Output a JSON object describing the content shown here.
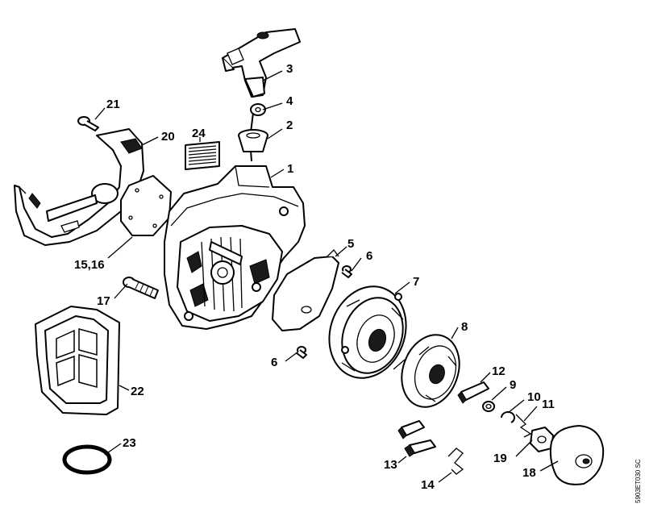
{
  "callouts": {
    "c1": "1",
    "c2": "2",
    "c3": "3",
    "c4": "4",
    "c5": "5",
    "c6a": "6",
    "c6b": "6",
    "c7": "7",
    "c8": "8",
    "c9": "9",
    "c10": "10",
    "c11": "11",
    "c12": "12",
    "c13": "13",
    "c14": "14",
    "c15": "15,16",
    "c17": "17",
    "c18": "18",
    "c19": "19",
    "c20": "20",
    "c21": "21",
    "c22": "22",
    "c23": "23",
    "c24": "24"
  },
  "drawing_code": "5903ET030 SC"
}
